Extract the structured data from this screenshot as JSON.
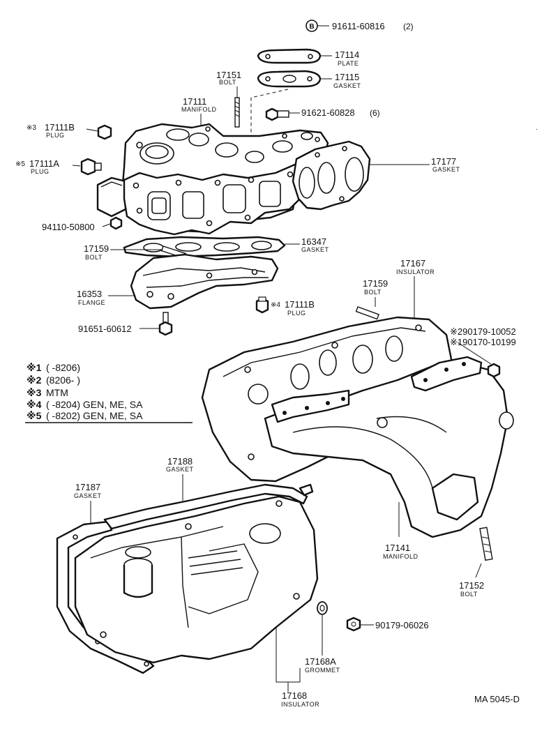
{
  "labels": {
    "b_mark": "B",
    "p91611": "91611-60816",
    "p91611_qty": "(2)",
    "p17114": "17114",
    "n17114": "PLATE",
    "p17115": "17115",
    "n17115": "GASKET",
    "p17151": "17151",
    "n17151": "BOLT",
    "p17111": "17111",
    "n17111": "MANIFOLD",
    "p91621": "91621-60828",
    "p91621_qty": "(6)",
    "m3": "※3",
    "p17111b_top": "17111B",
    "n17111b_top": "PLUG",
    "m5": "※5",
    "p17111a": "17111A",
    "n17111a": "PLUG",
    "p17177": "17177",
    "n17177": "GASKET",
    "p94110": "94110-50800",
    "p16347": "16347",
    "n16347": "GASKET",
    "p17159a": "17159",
    "n17159a": "BOLT",
    "p17167": "17167",
    "n17167": "INSULATOR",
    "p17159b": "17159",
    "n17159b": "BOLT",
    "p16353": "16353",
    "n16353": "FLANGE",
    "m4": "※4",
    "p17111b_mid": "17111B",
    "n17111b_mid": "PLUG",
    "p91651": "91651-60612",
    "p90179_10052": "※290179-10052",
    "p90170_10199": "※190170-10199",
    "p17188": "17188",
    "n17188": "GASKET",
    "p17187": "17187",
    "n17187": "GASKET",
    "p17141": "17141",
    "n17141": "MANIFOLD",
    "p17152": "17152",
    "n17152": "BOLT",
    "p90179_06026": "90179-06026",
    "p17168a": "17168A",
    "n17168a": "GROMMET",
    "p17168": "17168",
    "n17168": "INSULATOR",
    "code": "MA 5045-D"
  },
  "notes": [
    {
      "mark": "※1",
      "text": "(      -8206)"
    },
    {
      "mark": "※2",
      "text": "(8206-         )"
    },
    {
      "mark": "※3",
      "text": "MTM"
    },
    {
      "mark": "※4",
      "text": "(      -8204) GEN, ME, SA"
    },
    {
      "mark": "※5",
      "text": "(      -8202) GEN, ME, SA"
    }
  ]
}
